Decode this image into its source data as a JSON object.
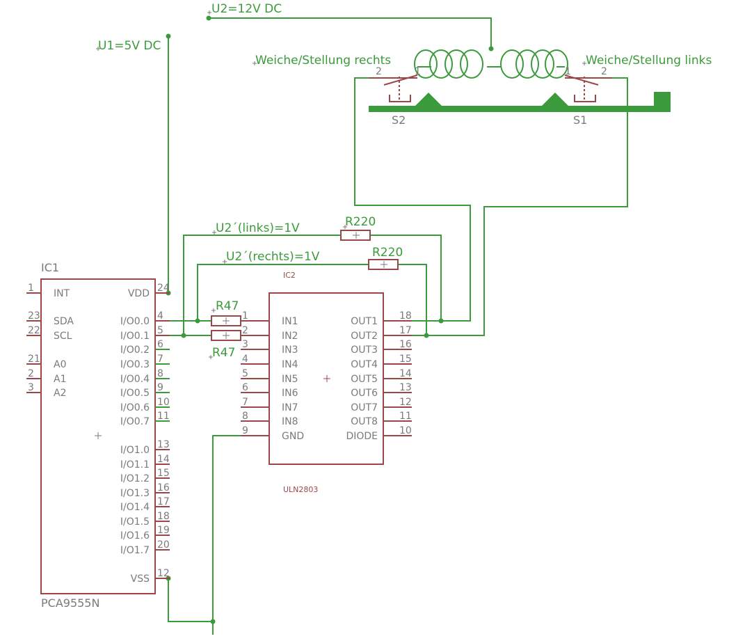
{
  "supplies": {
    "u2": "U2=12V DC",
    "u1": "U1=5V DC",
    "u2_links": "U2´(links)=1V",
    "u2_rechts": "U2´(rechts)=1V"
  },
  "coils": {
    "right_label": "Weiche/Stellung rechts",
    "left_label": "Weiche/Stellung links"
  },
  "switches": {
    "s2": "S2",
    "s1": "S1",
    "s2_pin_a": "2",
    "s2_pin_b": "1",
    "s1_pin_a": "1",
    "s1_pin_b": "2"
  },
  "resistors": {
    "r220_top": "R220",
    "r220_mid": "R220",
    "r47_top": "R47",
    "r47_bot": "R47"
  },
  "ic1": {
    "ref": "IC1",
    "part": "PCA9555N",
    "left_pins": [
      {
        "num": "1",
        "name": "INT"
      },
      {
        "num": "23",
        "name": "SDA"
      },
      {
        "num": "22",
        "name": "SCL"
      },
      {
        "num": "21",
        "name": "A0"
      },
      {
        "num": "2",
        "name": "A1"
      },
      {
        "num": "3",
        "name": "A2"
      }
    ],
    "right_pins": [
      {
        "num": "24",
        "name": "VDD"
      },
      {
        "num": "4",
        "name": "I/O0.0"
      },
      {
        "num": "5",
        "name": "I/O0.1"
      },
      {
        "num": "6",
        "name": "I/O0.2"
      },
      {
        "num": "7",
        "name": "I/O0.3"
      },
      {
        "num": "8",
        "name": "I/O0.4"
      },
      {
        "num": "9",
        "name": "I/O0.5"
      },
      {
        "num": "10",
        "name": "I/O0.6"
      },
      {
        "num": "11",
        "name": "I/O0.7"
      },
      {
        "num": "13",
        "name": "I/O1.0"
      },
      {
        "num": "14",
        "name": "I/O1.1"
      },
      {
        "num": "15",
        "name": "I/O1.2"
      },
      {
        "num": "16",
        "name": "I/O1.3"
      },
      {
        "num": "17",
        "name": "I/O1.4"
      },
      {
        "num": "18",
        "name": "I/O1.5"
      },
      {
        "num": "19",
        "name": "I/O1.6"
      },
      {
        "num": "20",
        "name": "I/O1.7"
      },
      {
        "num": "12",
        "name": "VSS"
      }
    ]
  },
  "ic2": {
    "ref": "IC2",
    "part": "ULN2803",
    "left_pins": [
      {
        "num": "1",
        "name": "IN1"
      },
      {
        "num": "2",
        "name": "IN2"
      },
      {
        "num": "3",
        "name": "IN3"
      },
      {
        "num": "4",
        "name": "IN4"
      },
      {
        "num": "5",
        "name": "IN5"
      },
      {
        "num": "6",
        "name": "IN6"
      },
      {
        "num": "7",
        "name": "IN7"
      },
      {
        "num": "8",
        "name": "IN8"
      },
      {
        "num": "9",
        "name": "GND"
      }
    ],
    "right_pins": [
      {
        "num": "18",
        "name": "OUT1"
      },
      {
        "num": "17",
        "name": "OUT2"
      },
      {
        "num": "16",
        "name": "OUT3"
      },
      {
        "num": "15",
        "name": "OUT4"
      },
      {
        "num": "14",
        "name": "OUT5"
      },
      {
        "num": "13",
        "name": "OUT6"
      },
      {
        "num": "12",
        "name": "OUT7"
      },
      {
        "num": "11",
        "name": "OUT8"
      },
      {
        "num": "10",
        "name": "DIODE"
      }
    ]
  },
  "colors": {
    "wire": "#3b9a3b",
    "component": "#9c4747",
    "label": "#7a7a7a"
  }
}
